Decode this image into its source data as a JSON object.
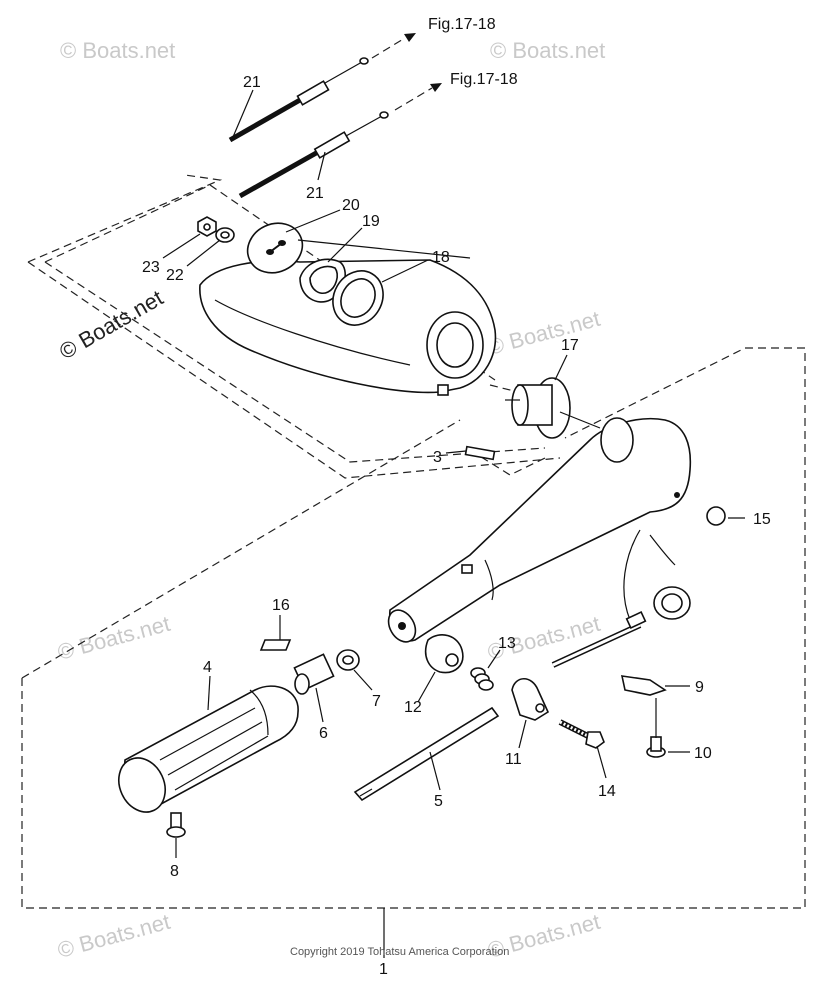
{
  "refs": {
    "fig_top": "Fig.17-18",
    "fig_mid": "Fig.17-18"
  },
  "watermark": {
    "text": "© Boats.net",
    "prominent": "© Boats.net"
  },
  "copyright": "Copyright 2019 Tohatsu America Corporation",
  "callouts": {
    "p1": "1",
    "p3": "3",
    "p4": "4",
    "p5": "5",
    "p6": "6",
    "p7": "7",
    "p8": "8",
    "p9": "9",
    "p10": "10",
    "p11": "11",
    "p12": "12",
    "p13": "13",
    "p14": "14",
    "p15": "15",
    "p16": "16",
    "p17": "17",
    "p18": "18",
    "p19": "19",
    "p20": "20",
    "p21a": "21",
    "p21b": "21",
    "p22": "22",
    "p23": "23"
  }
}
